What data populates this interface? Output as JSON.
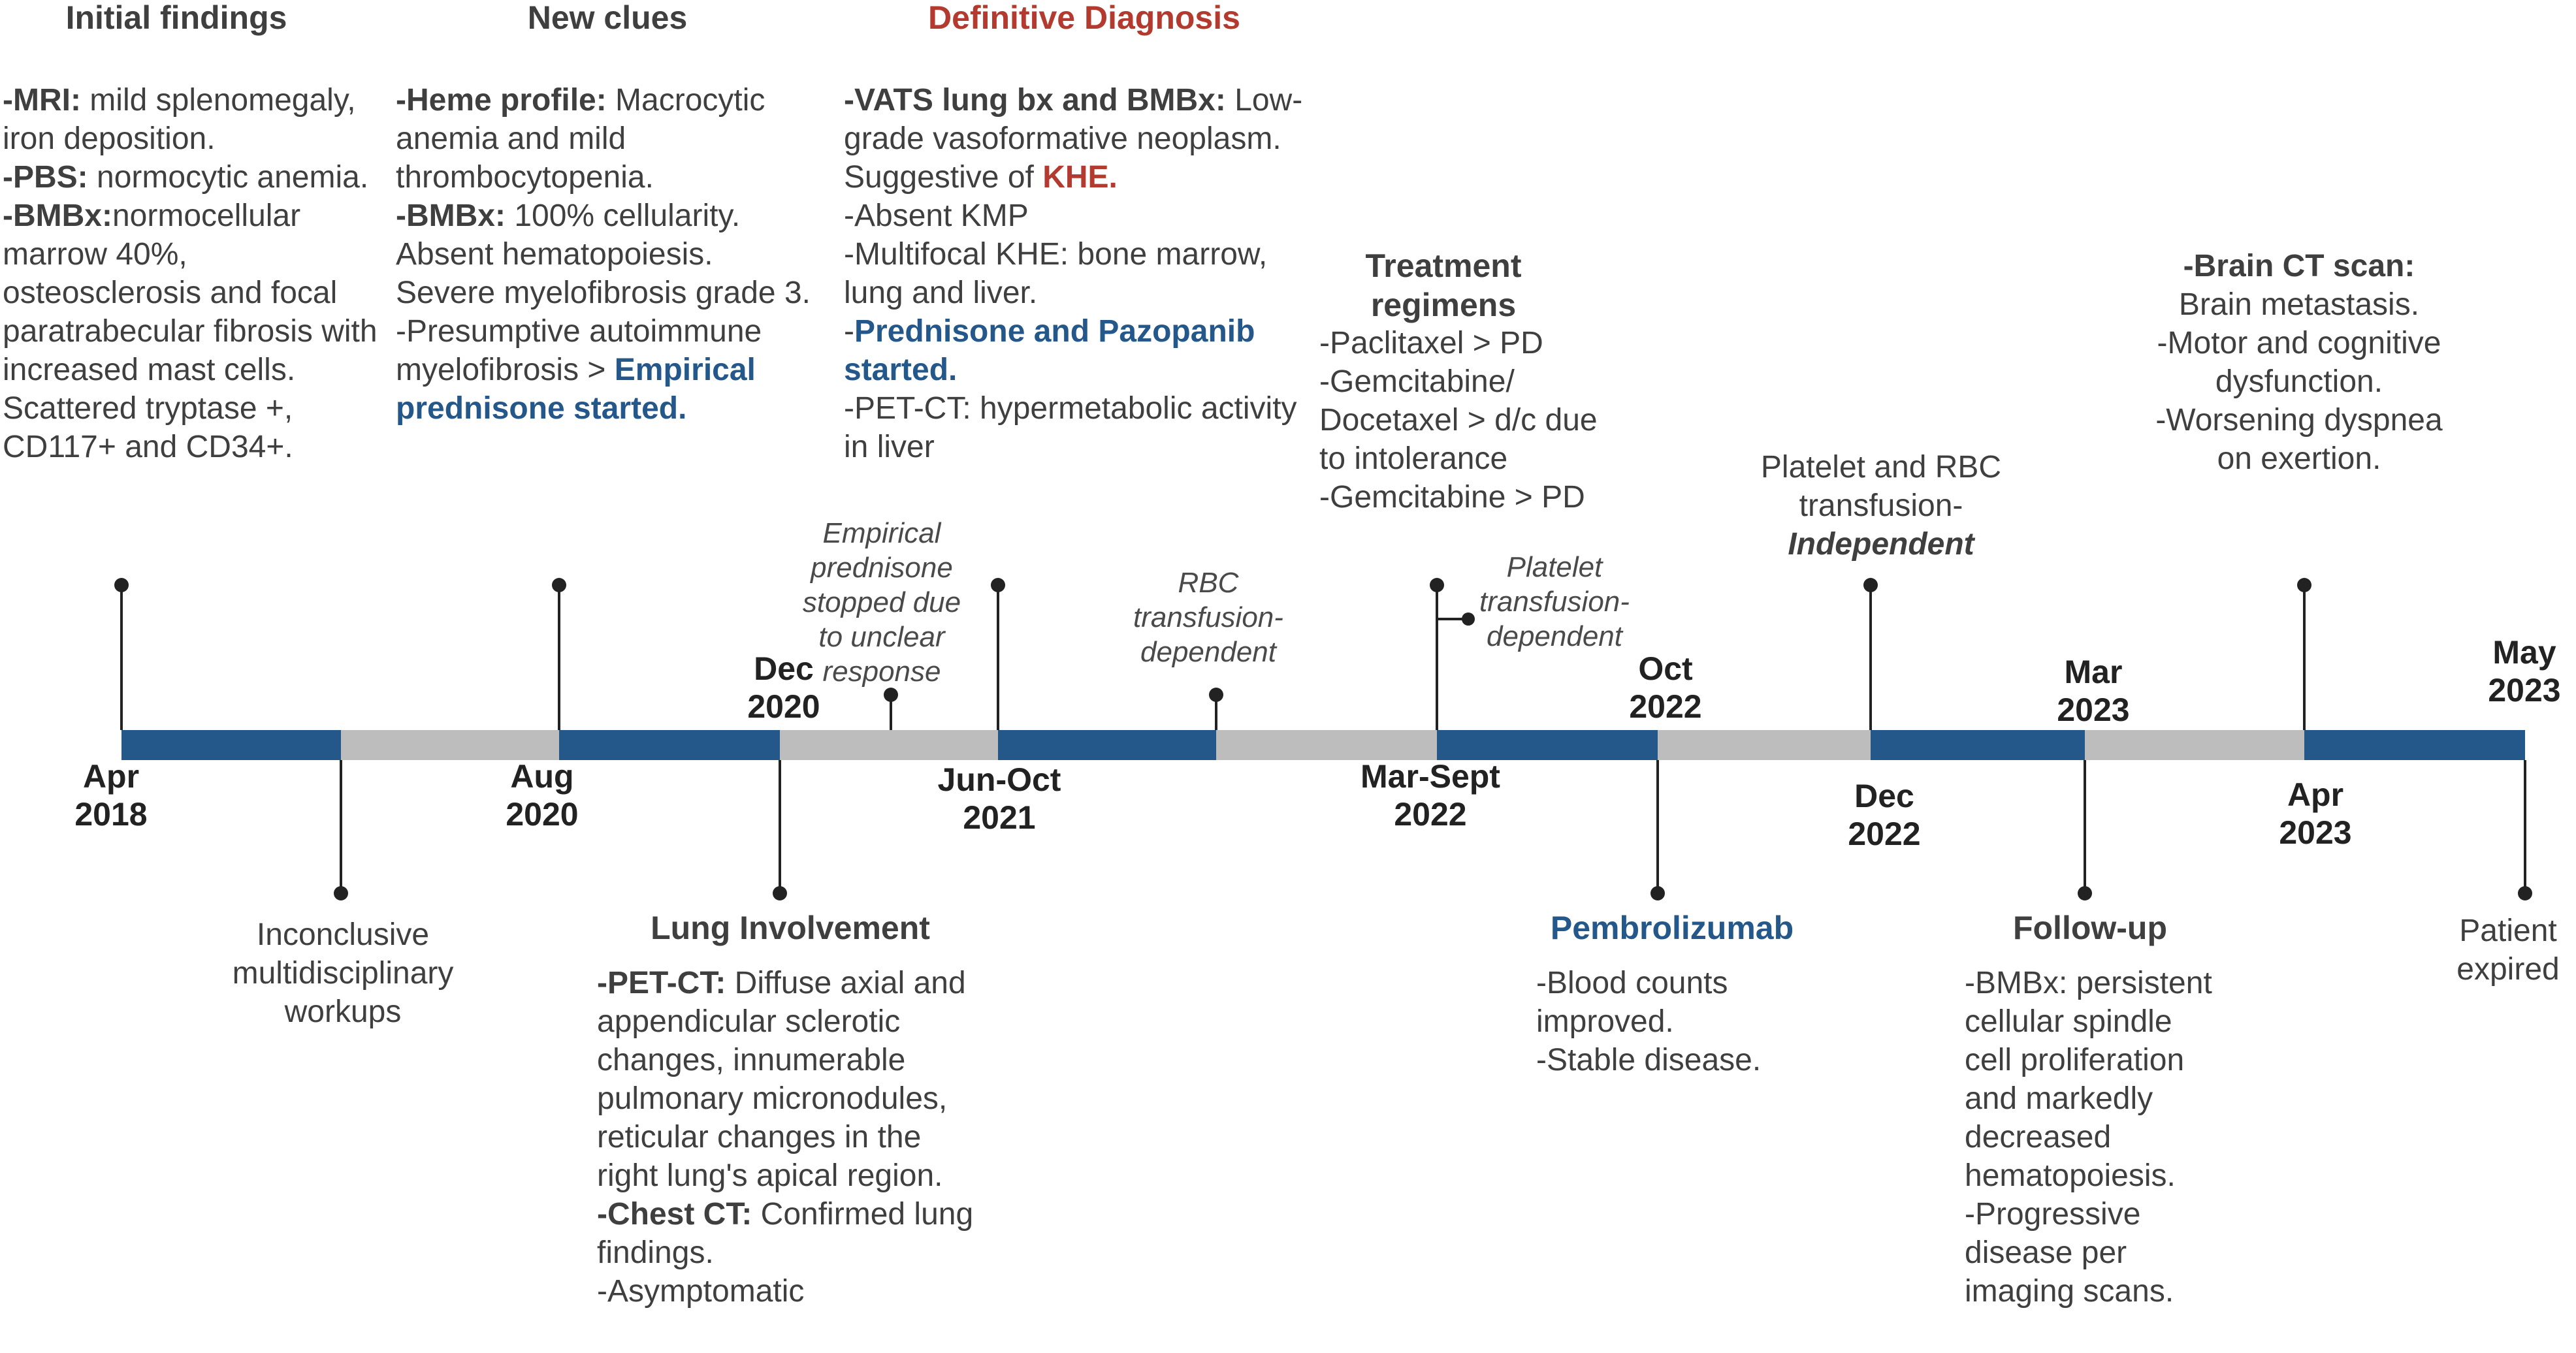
{
  "colors": {
    "segment_dark": "#25588a",
    "segment_light": "#bdbdbd",
    "accent_blue": "#25588a",
    "accent_red": "#b33a2e",
    "text": "#3f3f3f",
    "stem": "#222222"
  },
  "headers": {
    "initial": "Initial findings",
    "new_clues": "New clues",
    "definitive": "Definitive Diagnosis",
    "treatment_1": "Treatment",
    "treatment_2": "regimens",
    "lung": "Lung Involvement",
    "pembro": "Pembrolizumab",
    "followup": "Follow-up"
  },
  "initial": {
    "mri_label": "-MRI:",
    "mri_text": " mild splenomegaly, iron deposition.",
    "pbs_label": "-PBS:",
    "pbs_text": " normocytic anemia.",
    "bmbx_label": "-BMBx:",
    "bmbx_text": "normocellular marrow 40%, osteosclerosis and focal paratrabecular fibrosis with increased mast cells. Scattered tryptase +, CD117+ and CD34+."
  },
  "new_clues": {
    "heme_label": "-Heme profile:",
    "heme_text": " Macrocytic anemia and mild thrombocytopenia.",
    "bmbx_label": "-BMBx:",
    "bmbx_text": " 100% cellularity. Absent hematopoiesis. Severe myelofibrosis grade 3.",
    "presumptive": "-Presumptive autoimmune myelofibrosis > ",
    "empirical": "Empirical prednisone started."
  },
  "definitive": {
    "vats_label": "-VATS lung bx and BMBx:",
    "vats_text": " Low-grade vasoformative neoplasm. Suggestive of ",
    "khe": "KHE.",
    "kmp": "-Absent KMP",
    "multifocal": "-Multifocal KHE: bone marrow, lung and liver.",
    "dash": "-",
    "pred_pazo": "Prednisone and Pazopanib started.",
    "petct": "-PET-CT: hypermetabolic activity in liver"
  },
  "treatment": {
    "l1": "-Paclitaxel > PD",
    "l2": "-Gemcitabine/ Docetaxel > d/c due to intolerance",
    "l3": "-Gemcitabine > PD"
  },
  "platelet_independent": {
    "l1": "Platelet and RBC transfusion-",
    "l2": "Independent"
  },
  "brain": {
    "label": "-Brain CT scan:",
    "l1": "Brain metastasis.",
    "l2": "-Motor and cognitive dysfunction.",
    "l3": "-Worsening dyspnea on exertion."
  },
  "notes": {
    "empirical_stopped": "Empirical prednisone stopped due to unclear response",
    "rbc_dependent": "RBC transfusion-dependent",
    "platelet_dependent": "Platelet transfusion-dependent"
  },
  "dates": {
    "apr2018": "Apr 2018",
    "aug2020": "Aug 2020",
    "dec2020": "Dec 2020",
    "junoct2021": "Jun-Oct 2021",
    "marsept2022": "Mar-Sept 2022",
    "oct2022": "Oct 2022",
    "dec2022": "Dec 2022",
    "mar2023": "Mar 2023",
    "apr2023": "Apr 2023",
    "may2023": "May 2023"
  },
  "inconclusive": "Inconclusive multidisciplinary workups",
  "lung": {
    "pet_label": "-PET-CT:",
    "pet_text": " Diffuse axial and appendicular sclerotic changes, innumerable pulmonary micronodules, reticular changes in the right lung's apical region.",
    "chest_label": "-Chest CT:",
    "chest_text": " Confirmed lung findings.",
    "asym": "-Asymptomatic"
  },
  "pembro": {
    "l1": "-Blood counts improved.",
    "l2": "-Stable disease."
  },
  "followup": {
    "l1": "-BMBx: persistent cellular spindle cell proliferation and markedly decreased hematopoiesis.",
    "l2": "-Progressive disease per imaging scans."
  },
  "expired": "Patient expired"
}
